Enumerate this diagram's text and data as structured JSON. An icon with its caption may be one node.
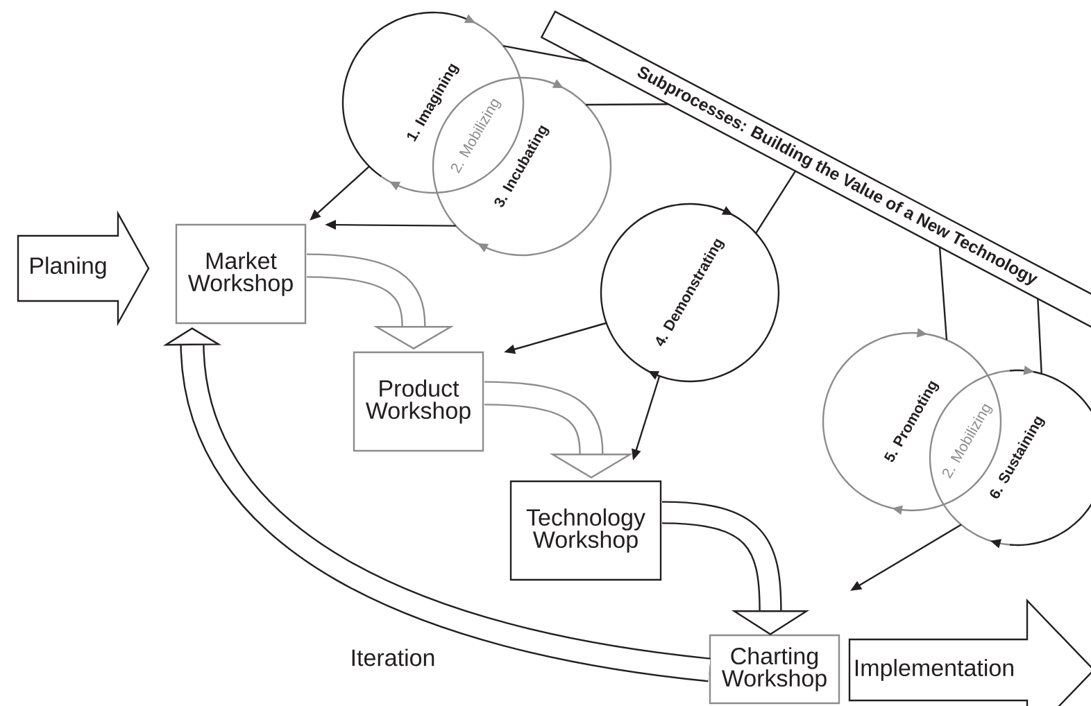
{
  "diagram": {
    "nodes": [
      {
        "text": [
          "Planing"
        ]
      },
      {
        "text": [
          "Market Workshop"
        ]
      },
      {
        "text": [
          "Product Workshop"
        ]
      },
      {
        "text": [
          "Technology Workshop"
        ]
      },
      {
        "text": [
          "Charting Workshop"
        ]
      },
      {
        "text": [
          "Implementation"
        ]
      },
      {
        "text": [
          "Subprocesses: Building the Value of a New Technology"
        ]
      },
      {
        "text": [
          "1. Imagining"
        ]
      },
      {
        "text": [
          "3. Incubating"
        ]
      },
      {
        "text": [
          "4. Demonstrating"
        ]
      },
      {
        "text": [
          "5. Promoting"
        ]
      },
      {
        "text": [
          "6. Sustaining"
        ]
      }
    ],
    "edges": [
      {
        "from": 6,
        "to": 7,
        "arrow": "none"
      },
      {
        "from": 6,
        "to": 8,
        "arrow": "none"
      },
      {
        "from": 6,
        "to": 9,
        "arrow": "none"
      },
      {
        "from": 6,
        "to": 10,
        "arrow": "none"
      },
      {
        "from": 6,
        "to": 11,
        "arrow": "none"
      },
      {
        "from": 7,
        "to": 1,
        "arrow": "to"
      },
      {
        "from": 8,
        "to": 1,
        "arrow": "to"
      },
      {
        "from": 9,
        "to": 2,
        "arrow": "to"
      },
      {
        "from": 9,
        "to": 3,
        "arrow": "to"
      },
      {
        "from": 11,
        "to": 4,
        "arrow": "to"
      },
      {
        "from": 1,
        "to": 2,
        "arrow": "to",
        "style": "thick",
        "color": "#8c8c8c"
      },
      {
        "from": 2,
        "to": 3,
        "arrow": "to",
        "style": "thick",
        "color": "#8c8c8c"
      },
      {
        "from": 3,
        "to": 4,
        "arrow": "to",
        "style": "thick"
      },
      {
        "from": 4,
        "to": 1,
        "arrow": "to",
        "style": "thick",
        "label": "Iteration"
      }
    ],
    "labels": [
      "2. Mobilizing",
      "2. Mobilizing"
    ]
  }
}
